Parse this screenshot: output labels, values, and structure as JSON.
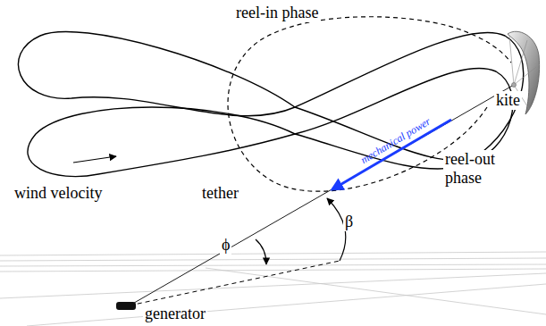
{
  "diagram": {
    "labels": [
      "reel-in phase",
      "kite",
      "mechanical power",
      "reel-out phase",
      "wind velocity",
      "tether",
      "β",
      "ϕ",
      "generator"
    ]
  }
}
